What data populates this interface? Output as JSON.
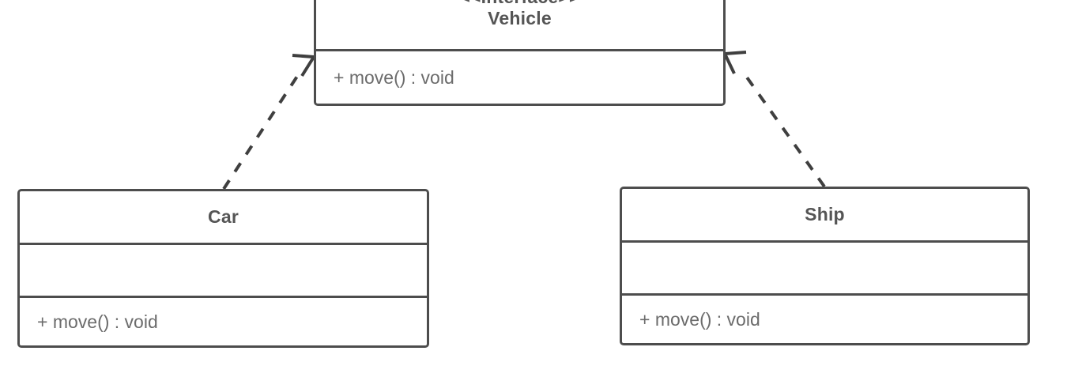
{
  "diagram": {
    "kind": "uml-class-diagram",
    "background_color": "#ffffff",
    "line_color": "#4d4d4d",
    "name_text_color": "#555555",
    "member_text_color": "#6b6b6b",
    "classes": [
      {
        "id": "vehicle",
        "stereotype": "<<Interface>>",
        "name": "Vehicle",
        "attributes": [],
        "operations": [
          "+ move() : void"
        ]
      },
      {
        "id": "car",
        "stereotype": "",
        "name": "Car",
        "attributes": [
          ""
        ],
        "operations": [
          "+ move() : void"
        ]
      },
      {
        "id": "ship",
        "stereotype": "",
        "name": "Ship",
        "attributes": [
          ""
        ],
        "operations": [
          "+ move() : void"
        ]
      }
    ],
    "relationships": [
      {
        "id": "car-realizes-vehicle",
        "type": "realization",
        "line_style": "dashed",
        "arrow_head": "hollow-triangle",
        "source": "Car",
        "target": "Vehicle"
      },
      {
        "id": "ship-realizes-vehicle",
        "type": "realization",
        "line_style": "dashed",
        "arrow_head": "hollow-triangle",
        "source": "Ship",
        "target": "Vehicle"
      }
    ]
  }
}
